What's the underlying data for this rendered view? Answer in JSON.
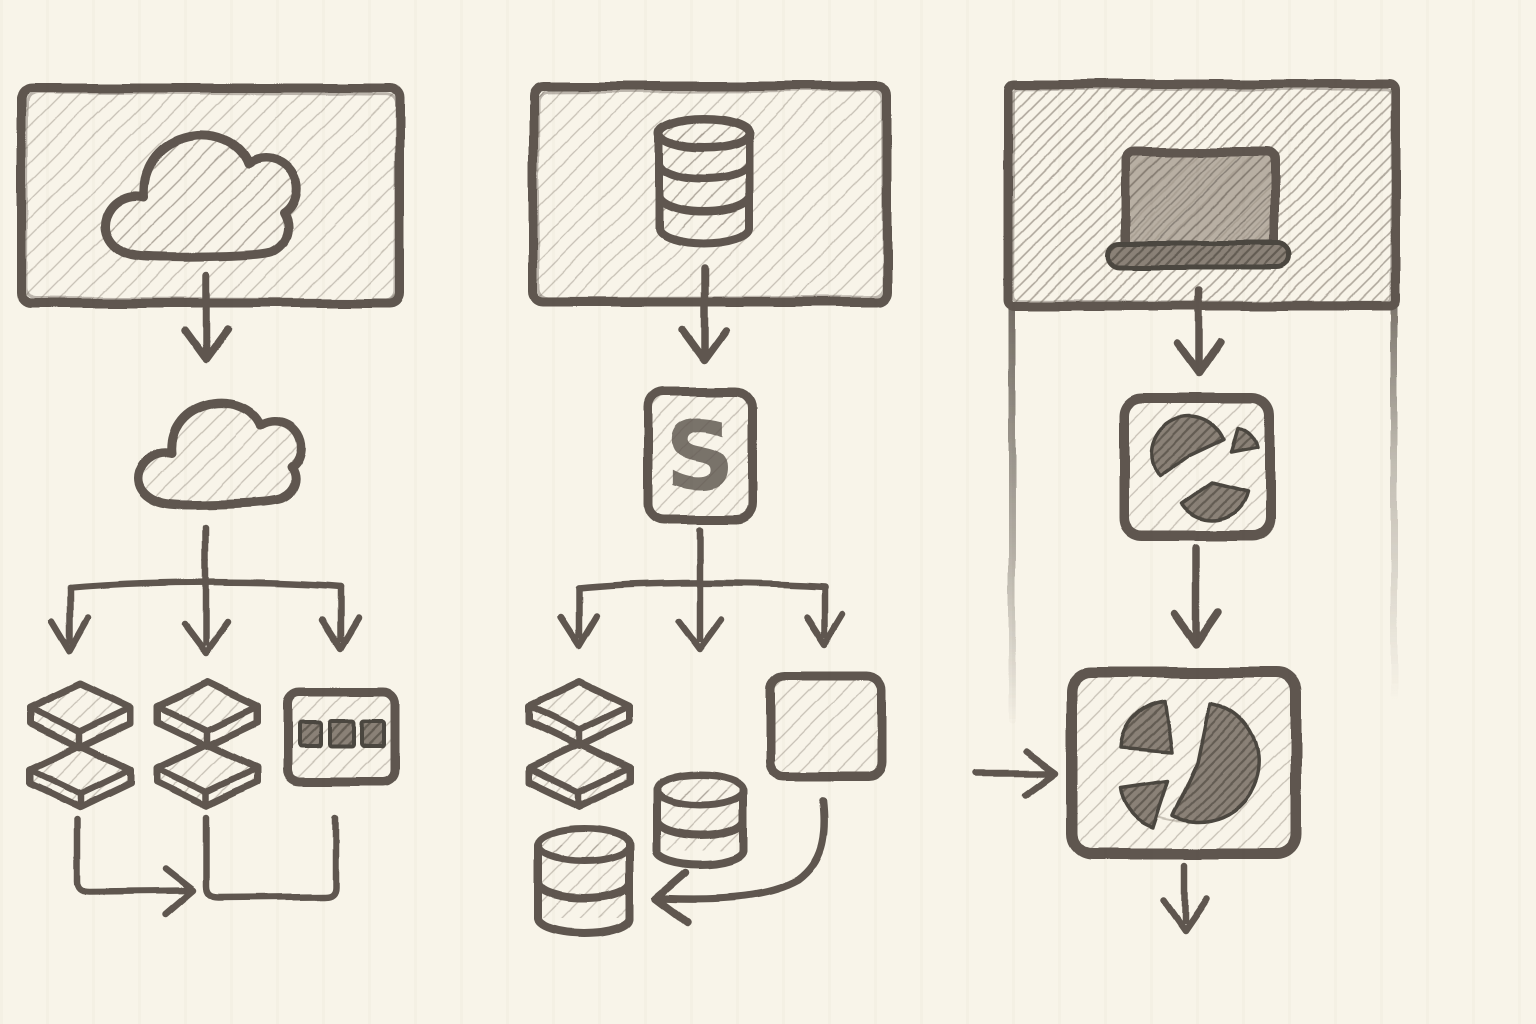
{
  "colors": {
    "paper": "#f8f4e9",
    "ink": "#5e574f",
    "ink_dark": "#4c463f",
    "ink_light": "#968d81",
    "shade_base": "#8a8177",
    "shade_line": "#59524a",
    "screen_base": "#a79d91"
  },
  "diagram": {
    "style": "hand-drawn pencil flowchart sketch, three vertical pipelines, no captions",
    "columns": [
      {
        "name": "cloud-ingestion",
        "nodes": [
          {
            "icon": "cloud-icon",
            "container": "rectangle-box"
          },
          {
            "icon": "cloud-icon"
          },
          {
            "icon": "layer-stack-icon"
          },
          {
            "icon": "layer-stack-icon"
          },
          {
            "icon": "memory-card-icon",
            "detail": "three dark squares"
          }
        ],
        "connectors": [
          "down-arrow",
          "three-way-branch-arrow",
          "right-merge-arrow",
          "u-connector"
        ]
      },
      {
        "name": "database-processing",
        "s_letter": "S",
        "nodes": [
          {
            "icon": "database-cylinder-icon",
            "container": "rectangle-box"
          },
          {
            "icon": "s-badge-icon",
            "label": "S"
          },
          {
            "icon": "layer-stack-icon"
          },
          {
            "icon": "square-node-icon"
          },
          {
            "icon": "database-cylinder-icon"
          },
          {
            "icon": "database-cylinder-icon"
          }
        ],
        "connectors": [
          "down-arrow",
          "three-way-branch-arrow",
          "curved-left-arrow"
        ]
      },
      {
        "name": "client-analytics",
        "nodes": [
          {
            "icon": "laptop-icon",
            "container": "tall-rectangle-frame"
          },
          {
            "icon": "pie-chart-badge-icon"
          },
          {
            "icon": "pie-chart-board-icon"
          }
        ],
        "connectors": [
          "down-arrow",
          "down-arrow",
          "right-input-arrow",
          "down-output-arrow"
        ]
      }
    ]
  }
}
